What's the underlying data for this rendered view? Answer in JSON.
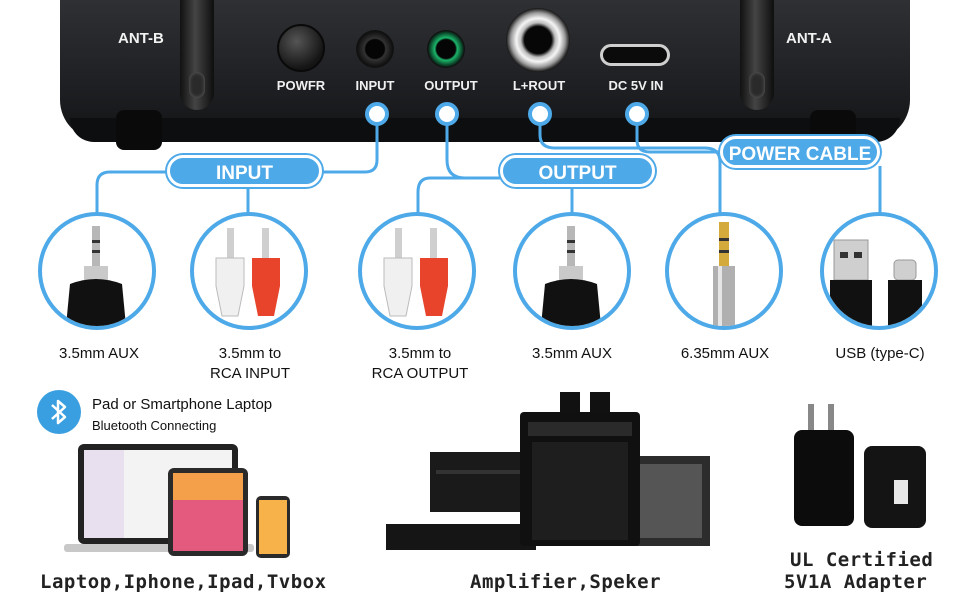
{
  "device": {
    "ant_left": "ANT-B",
    "ant_right": "ANT-A",
    "ports": {
      "power": "POWFR",
      "input": "INPUT",
      "output": "OUTPUT",
      "lrout": "L+ROUT",
      "dc": "DC 5V IN"
    }
  },
  "groups": {
    "input": "INPUT",
    "output": "OUTPUT",
    "power": "POWER CABLE"
  },
  "connectors": [
    {
      "label_1": "3.5mm AUX",
      "label_2": ""
    },
    {
      "label_1": "3.5mm to",
      "label_2": "RCA INPUT"
    },
    {
      "label_1": "3.5mm to",
      "label_2": "RCA OUTPUT"
    },
    {
      "label_1": "3.5mm AUX",
      "label_2": ""
    },
    {
      "label_1": "6.35mm AUX",
      "label_2": ""
    },
    {
      "label_1": "USB (type-C)",
      "label_2": ""
    }
  ],
  "bluetooth": {
    "line_1": "Pad or Smartphone Laptop",
    "line_2": "Bluetooth  Connecting"
  },
  "captions": {
    "devices": "Laptop,Iphone,Ipad,Tvbox",
    "amplifier": "Amplifier,Speker",
    "adapter_1": "UL Certified",
    "adapter_2": "5V1A Adapter"
  },
  "colors": {
    "accent": "#4ea9e8",
    "rca_red": "#e8442c",
    "rca_white": "#f0f0f0"
  }
}
